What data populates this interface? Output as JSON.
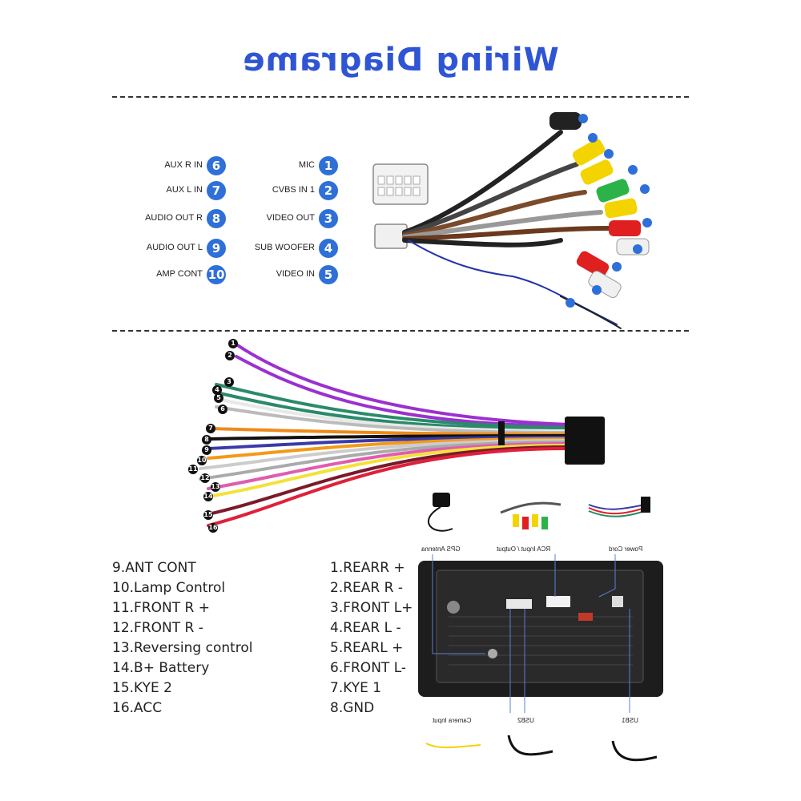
{
  "title": "Wiring Diagrame",
  "rca_legend": [
    {
      "num": "1",
      "label": "MIC"
    },
    {
      "num": "2",
      "label": "CVBS IN 1"
    },
    {
      "num": "3",
      "label": "VIDEO OUT"
    },
    {
      "num": "4",
      "label": "SUB WOOFER"
    },
    {
      "num": "5",
      "label": "VIDEO IN"
    },
    {
      "num": "6",
      "label": "AUX R IN"
    },
    {
      "num": "7",
      "label": "AUX L IN"
    },
    {
      "num": "8",
      "label": "AUDIO OUT R"
    },
    {
      "num": "9",
      "label": "AUDIO OUT L"
    },
    {
      "num": "10",
      "label": "AMP CONT"
    }
  ],
  "power_wire_numbers": [
    "1",
    "2",
    "3",
    "4",
    "5",
    "6",
    "7",
    "8",
    "9",
    "10",
    "11",
    "12",
    "13",
    "14",
    "15",
    "16"
  ],
  "power_pins": [
    "1.REARR +",
    "2.REAR R -",
    "3.FRONT L+",
    "4.REAR L -",
    "5.REARL +",
    "6.FRONT L-",
    "7.KYE 1",
    "8.GND",
    "9.ANT CONT",
    "10.Lamp Control",
    "11.FRONT R +",
    "12.FRONT R -",
    "13.Reversing control",
    "14.B+ Battery",
    "15.KYE 2",
    "16.ACC"
  ],
  "unit_captions": {
    "gps": "GPS Antenna",
    "rca": "RCA Input / Output",
    "power": "Power Cord",
    "camera": "Camera Input",
    "usb2": "USB2",
    "usb1": "USB1"
  },
  "colors": {
    "accent": "#2f55d4",
    "badge": "#2f6fd8"
  }
}
